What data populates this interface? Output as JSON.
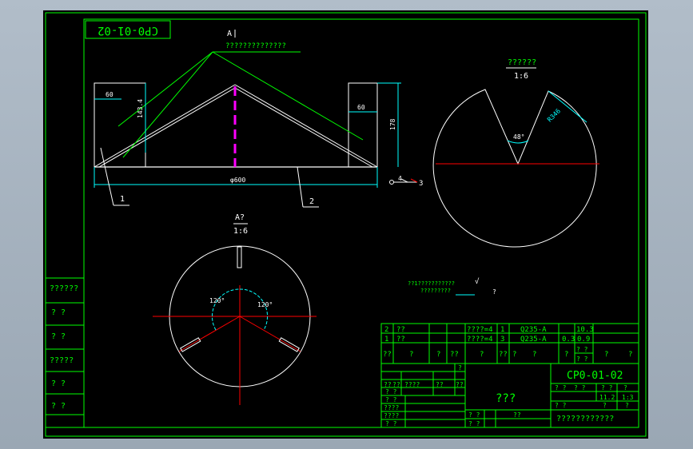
{
  "colors": {
    "background": "#000000",
    "frame": "#00ff00",
    "outline": "#ffffff",
    "dimension": "#00ffff",
    "leader": "#00ff00",
    "centerline": "#ff0000",
    "weld": "#ff00ff",
    "viewport": "#a3b0bd"
  },
  "drawing": {
    "code_tag": "CP0-01-02",
    "section_marker": "A",
    "section_note": "??????????????",
    "dims": {
      "left_width": "60",
      "right_width": "60",
      "left_height": "143.4",
      "right_height": "178",
      "diameter": "φ600"
    },
    "balloons": {
      "b1": "1",
      "b2": "2",
      "b3": "3",
      "b4": "4"
    },
    "view_top_right": {
      "title": "??????",
      "scale": "1:6",
      "angle": "48°",
      "radius": "R346"
    },
    "view_bottom": {
      "title": "A?",
      "scale": "1:6",
      "angle1": "120°",
      "angle2": "120°"
    },
    "notes": {
      "line1": "??1???????????",
      "line2": "?????????",
      "symbol": "√",
      "q": "?"
    }
  },
  "left_strip": {
    "labels": [
      "??????",
      "?  ?",
      "?  ?",
      "?????",
      "?  ?",
      "?  ?"
    ]
  },
  "bom": {
    "rows": [
      {
        "no": "2",
        "code": "??",
        "name": "????=4",
        "qty": "1",
        "material": "Q235-A",
        "weight": "10.3",
        "total": ""
      },
      {
        "no": "1",
        "code": "??",
        "name": "????=4",
        "qty": "3",
        "material": "Q235-A",
        "weight": "0.3",
        "total": "0.9"
      }
    ],
    "header": [
      "??",
      "?",
      "?",
      "??",
      "?",
      "??",
      "?",
      "?",
      "?",
      "? ?",
      "?",
      "?"
    ],
    "header_sub": "? ?"
  },
  "title_block": {
    "drawing_no": "CP0-01-02",
    "title": "???",
    "company": "????????????",
    "scale": "1:3",
    "weight": "11.2",
    "left_rows": [
      "? ?",
      "? ?",
      "????",
      "????",
      "? ?"
    ],
    "left_header": [
      "??",
      "??",
      "????",
      "??",
      "??"
    ],
    "small": "?",
    "mid_labels": [
      "? ?",
      "??",
      "? ?"
    ],
    "right_cells": [
      "? ?",
      "? ?",
      "? ?",
      "?",
      "? ?",
      "?",
      "?"
    ]
  }
}
